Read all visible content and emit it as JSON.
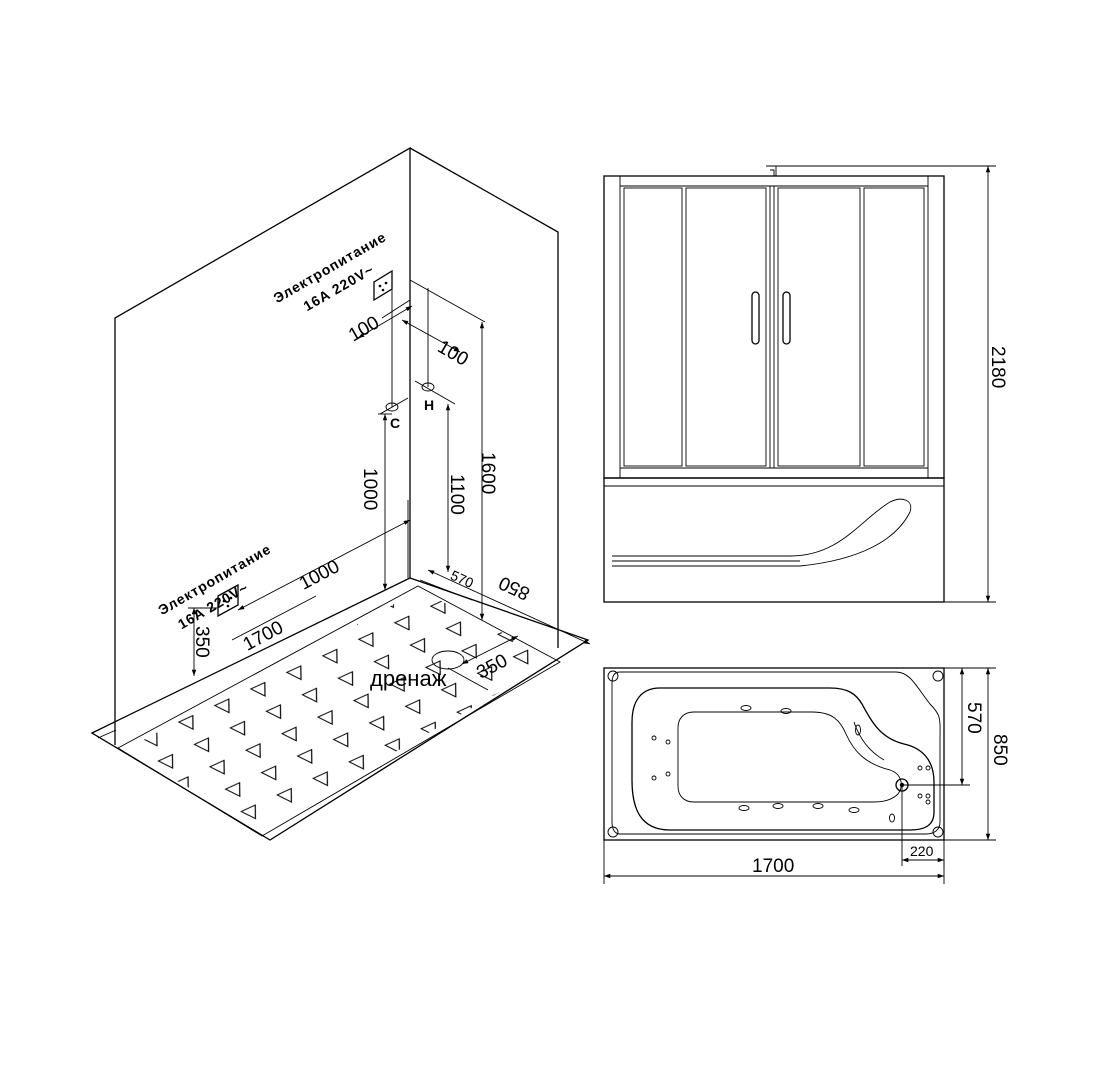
{
  "left_view": {
    "power_upper": {
      "line1": "Электропитание",
      "line2": "16A 220V~"
    },
    "power_lower": {
      "line1": "Электропитание",
      "line2": "16A 220V~"
    },
    "dims": {
      "d100a": "100",
      "d100b": "100",
      "d1600": "1600",
      "d1100": "1100",
      "d1000v": "1000",
      "d1000h": "1000",
      "d1700": "1700",
      "d350v": "350",
      "d570": "570",
      "d850": "850",
      "d350d": "350"
    },
    "cold_label": "C",
    "hot_label": "H",
    "drain_label": "дренаж"
  },
  "front_view": {
    "height_dim": "2180"
  },
  "top_view": {
    "dim_570": "570",
    "dim_850": "850",
    "dim_220": "220",
    "dim_1700": "1700"
  }
}
